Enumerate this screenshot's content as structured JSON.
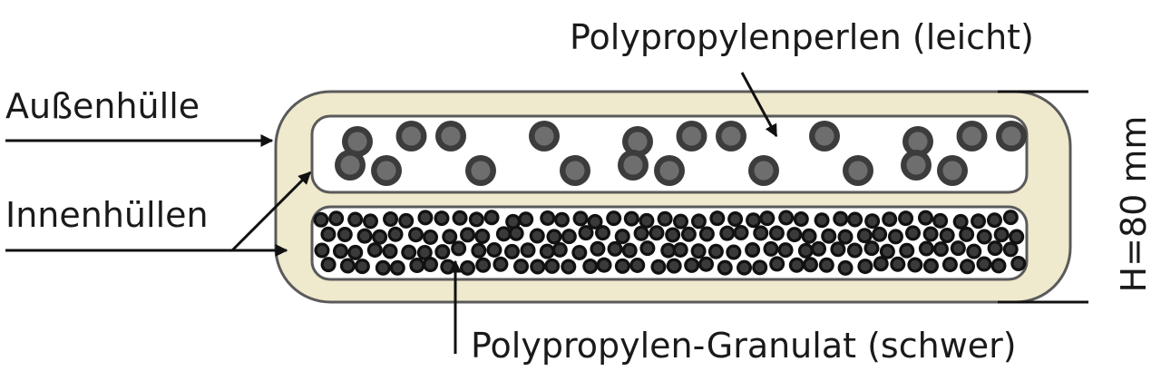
{
  "labels": {
    "top_beads": "Polypropylenperlen (leicht)",
    "outer_shell": "Außenhülle",
    "inner_shells": "Innenhüllen",
    "bottom_granulate": "Polypropylen-Granulat (schwer)",
    "height": "H=80 mm"
  },
  "colors": {
    "outer_fill": "#efe9cd",
    "outline": "#5a5a5a",
    "inner_fill": "#ffffff",
    "bead_large_outer": "#3c3c3c",
    "bead_large_inner": "#6e6e6e",
    "bead_small_outer": "#111111",
    "bead_small_inner": "#3a3a3a",
    "text": "#1a1a1a"
  }
}
